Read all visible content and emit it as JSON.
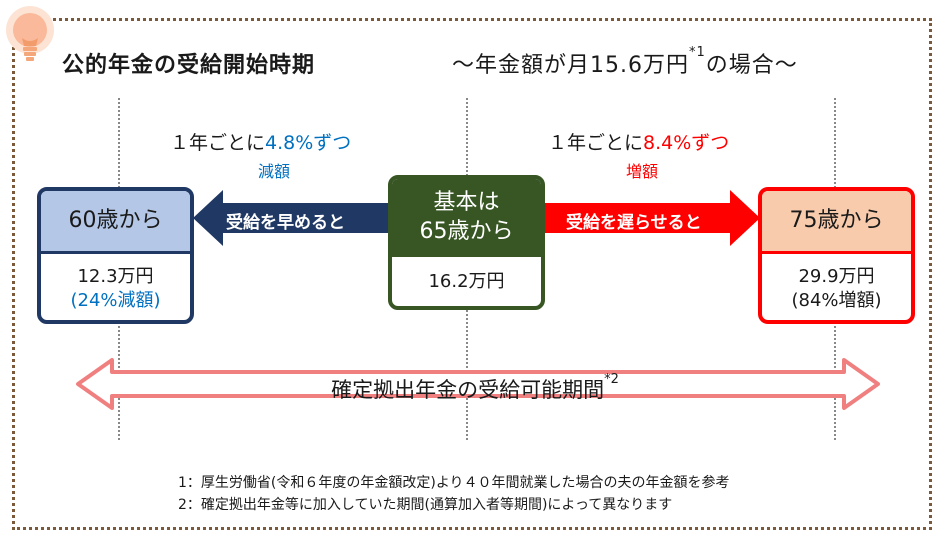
{
  "header": {
    "title": "公的年金の受給開始時期",
    "subtitle_pre": "～年金額が月15.6万円",
    "subtitle_sup": "*1",
    "subtitle_post": "の場合～"
  },
  "early": {
    "rate_prefix": "１年ごとに",
    "rate_value": "4.8%ずつ",
    "rate_note": "減額",
    "arrow_label": "受給を早めると",
    "box_label": "60歳から",
    "amount": "12.3万円",
    "change": "(24%減額)"
  },
  "base": {
    "box_line1": "基本は",
    "box_line2": "65歳から",
    "amount": "16.2万円"
  },
  "late": {
    "rate_prefix": "１年ごとに",
    "rate_value": "8.4%ずつ",
    "rate_note": "増額",
    "arrow_label": "受給を遅らせると",
    "box_label": "75歳から",
    "amount": "29.9万円",
    "change": "(84%増額)"
  },
  "span": {
    "label": "確定拠出年金の受給可能期間",
    "sup": "*2"
  },
  "notes": [
    "1：厚生労働省(令和６年度の年金額改定)より４０年間就業した場合の夫の年金額を参考",
    "2：確定拠出年金等に加入していた期間(通算加入者等期間)によって異なります"
  ],
  "colors": {
    "blue": "#0070c0",
    "red": "#ff0000",
    "navy": "#1f3864",
    "green": "#375623",
    "pink": "#f08080",
    "light_blue": "#b4c7e7",
    "light_orange": "#f8cbad"
  }
}
